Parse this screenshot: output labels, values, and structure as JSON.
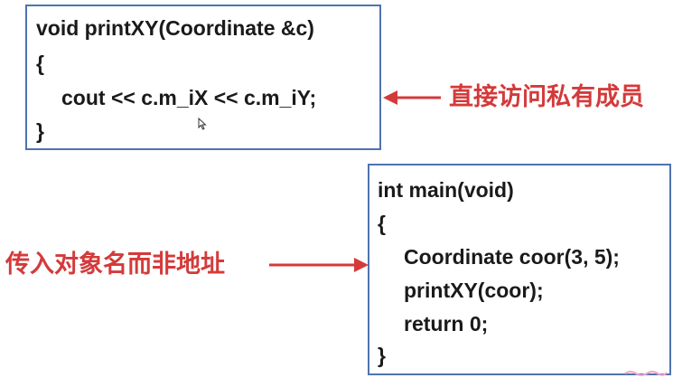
{
  "code_box_1": {
    "lines": [
      "void printXY(Coordinate &c)",
      "{",
      "cout << c.m_iX << c.m_iY;",
      "}"
    ]
  },
  "code_box_2": {
    "lines": [
      "int main(void)",
      "{",
      "Coordinate coor(3, 5);",
      "printXY(coor);",
      "return 0;",
      "}"
    ]
  },
  "annotations": {
    "direct_access": "直接访问私有成员",
    "pass_object": "传入对象名而非地址"
  },
  "colors": {
    "box_border": "#4f73b0",
    "annotation_text": "#d43a3a",
    "arrow": "#d43a3a",
    "code_text": "#1a1a1a"
  }
}
